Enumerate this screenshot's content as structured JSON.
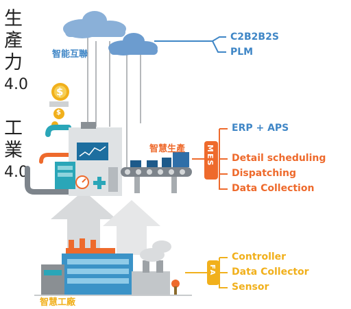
{
  "title_industry": {
    "chars1": [
      "生",
      "產",
      "力"
    ],
    "num1": "4.0",
    "chars2": [
      "工",
      "業"
    ],
    "num2": "4.0"
  },
  "cloud": {
    "label": "智能互聯",
    "items": [
      "C2B2B2S",
      "PLM"
    ]
  },
  "mes": {
    "badge": "MES",
    "section_label": "智慧生產",
    "items": [
      "ERP + APS",
      "Detail scheduling",
      "Dispatching",
      "Data Collection"
    ]
  },
  "fa": {
    "badge": "FA",
    "section_label": "智慧工廠",
    "items": [
      "Controller",
      "Data Collector",
      "Sensor"
    ]
  },
  "coin_symbol": "$",
  "colors": {
    "blue": "#3f86c6",
    "orange": "#ee6a2c",
    "yellow": "#f1b01c",
    "teal": "#2aa6b8",
    "grey": "#b5b8bb"
  }
}
